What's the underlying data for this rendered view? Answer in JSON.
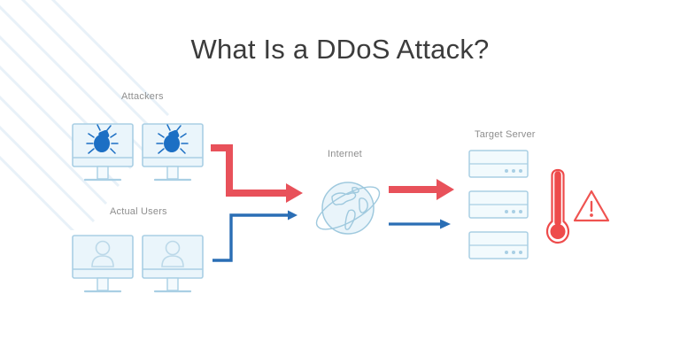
{
  "slide": {
    "title": "What Is a DDoS Attack?",
    "background_color": "#ffffff",
    "title_color": "#3c3c3c"
  },
  "palette": {
    "attack_red": "#e8515a",
    "traffic_blue": "#2a6eb5",
    "bug_blue": "#1c6fc4",
    "device_fill": "#eaf5fb",
    "device_stroke": "#a9cfe4",
    "label_gray": "#8e8e8e",
    "stripe_blue": "#e8f1f8",
    "thermometer_red": "#ee4b4b",
    "warning_red": "#ef5350"
  },
  "labels": {
    "attackers": "Attackers",
    "actual_users": "Actual Users",
    "internet": "Internet",
    "target_server": "Target Server"
  },
  "nodes": {
    "attacker_devices": [
      {
        "icon": "bug-icon",
        "label": "Attacker monitor 1"
      },
      {
        "icon": "bug-icon",
        "label": "Attacker monitor 2"
      }
    ],
    "user_devices": [
      {
        "icon": "user-icon",
        "label": "User monitor 1"
      },
      {
        "icon": "user-icon",
        "label": "User monitor 2"
      }
    ],
    "internet": {
      "icon": "globe-icon"
    },
    "servers": [
      {
        "icon": "server-icon",
        "dots": 3
      },
      {
        "icon": "server-icon",
        "dots": 3
      },
      {
        "icon": "server-icon",
        "dots": 3
      }
    ],
    "status_icons": [
      {
        "icon": "thermometer-icon",
        "meaning": "overheating / overload"
      },
      {
        "icon": "warning-triangle-icon",
        "meaning": "alert"
      }
    ]
  },
  "flows": [
    {
      "name": "attack-traffic-to-internet",
      "color": "#e8515a",
      "style": "thick",
      "from": "attackers",
      "to": "internet"
    },
    {
      "name": "attack-traffic-to-server",
      "color": "#e8515a",
      "style": "thick",
      "from": "internet",
      "to": "target-server"
    },
    {
      "name": "legitimate-traffic-to-internet",
      "color": "#2a6eb5",
      "style": "thin",
      "from": "actual-users",
      "to": "internet"
    },
    {
      "name": "legitimate-traffic-to-server",
      "color": "#2a6eb5",
      "style": "thin",
      "from": "internet",
      "to": "target-server"
    }
  ]
}
